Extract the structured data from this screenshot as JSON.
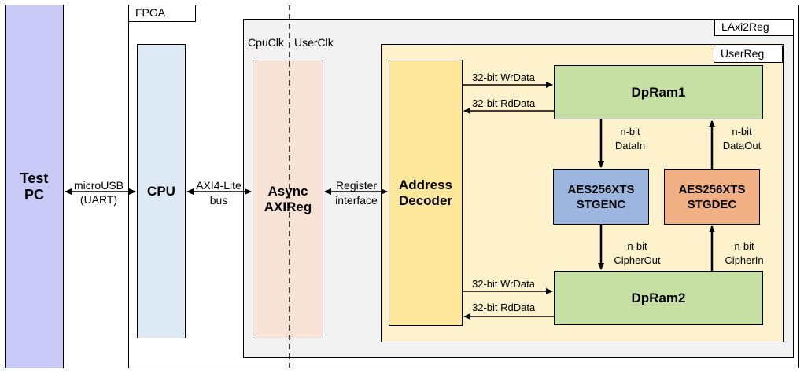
{
  "test_pc": {
    "label_line1": "Test",
    "label_line2": "PC"
  },
  "fpga": {
    "label": "FPGA"
  },
  "laxi2reg": {
    "label": "LAxi2Reg"
  },
  "userreg": {
    "label": "UserReg"
  },
  "cpu": {
    "label": "CPU"
  },
  "clocks": {
    "cpu_clk": "CpuClk",
    "user_clk": "UserClk"
  },
  "async_axireg": {
    "line1": "Async",
    "line2": "AXIReg"
  },
  "address_decoder": {
    "line1": "Address",
    "line2": "Decoder"
  },
  "dpram1": {
    "label": "DpRam1"
  },
  "dpram2": {
    "label": "DpRam2"
  },
  "aes_enc": {
    "line1": "AES256XTS",
    "line2": "STGENC"
  },
  "aes_dec": {
    "line1": "AES256XTS",
    "line2": "STGDEC"
  },
  "links": {
    "microusb_line1": "microUSB",
    "microusb_line2": "(UART)",
    "axi_line1": "AXI4-Lite",
    "axi_line2": "bus",
    "reg_line1": "Register",
    "reg_line2": "interface",
    "wr1": "32-bit WrData",
    "rd1": "32-bit RdData",
    "wr2": "32-bit WrData",
    "rd2": "32-bit RdData",
    "datain_line1": "n-bit",
    "datain_line2": "DataIn",
    "dataout_line1": "n-bit",
    "dataout_line2": "DataOut",
    "cipherout_line1": "n-bit",
    "cipherout_line2": "CipherOut",
    "cipherin_line1": "n-bit",
    "cipherin_line2": "CipherIn"
  },
  "colors": {
    "test_pc": "#c9c9f7",
    "cpu": "#dde9f5",
    "laxi2reg_bg": "#f2f2f2",
    "async_axireg": "#f9e3d6",
    "userreg_bg": "#fef2cc",
    "address_decoder": "#fde79a",
    "dpram": "#c6e0a4",
    "aes_enc": "#9db6e0",
    "aes_dec": "#f1b083"
  }
}
